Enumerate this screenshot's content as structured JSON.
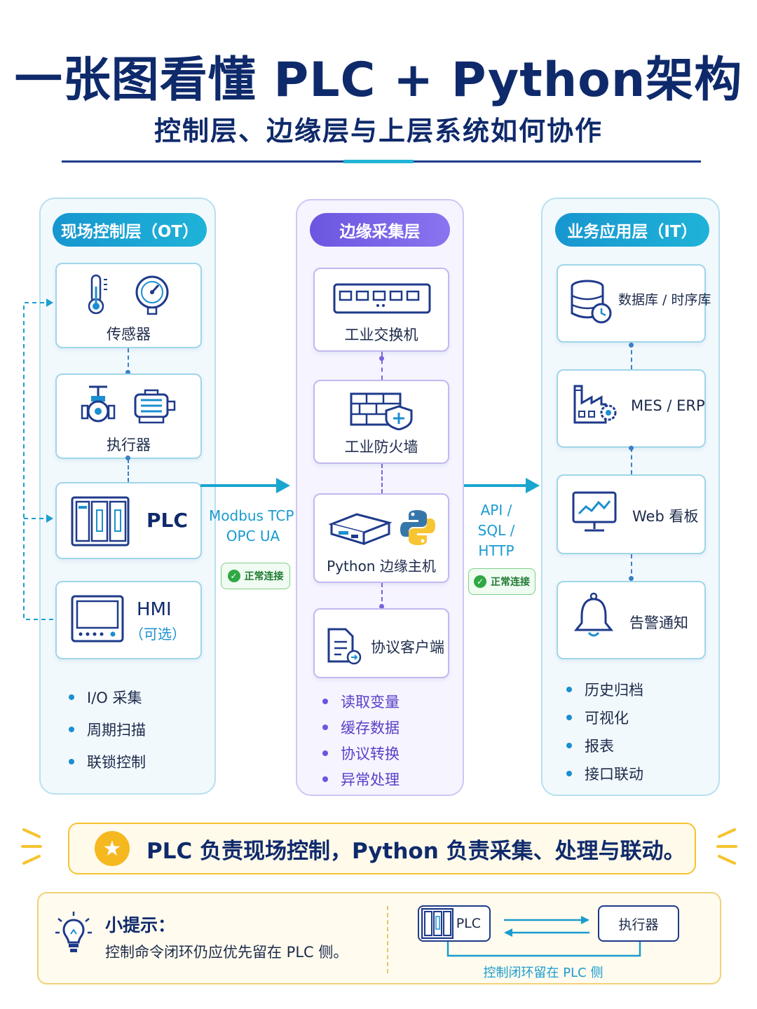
{
  "title": "一张图看懂 PLC + Python架构",
  "subtitle": "控制层、边缘层与上层系统如何协作",
  "colors": {
    "navy": "#0f2a6b",
    "cyan": "#22b5d6",
    "purple": "#6b56e0",
    "green": "#2fa845",
    "yellow": "#f6b81f"
  },
  "ot": {
    "header": "现场控制层（OT）",
    "cards": {
      "sensor": {
        "label": "传感器",
        "icons": [
          "thermometer-icon",
          "pressure-gauge-icon"
        ]
      },
      "actuator": {
        "label": "执行器",
        "icons": [
          "valve-icon",
          "motor-icon"
        ]
      },
      "plc": {
        "label": "PLC",
        "icons": [
          "plc-rack-icon"
        ]
      },
      "hmi": {
        "label": "HMI",
        "note": "（可选）",
        "icons": [
          "hmi-screen-icon"
        ]
      }
    },
    "bullets": [
      "I/O 采集",
      "周期扫描",
      "联锁控制"
    ]
  },
  "link_left": {
    "protocol_line1": "Modbus TCP /",
    "protocol_line2": "OPC UA",
    "status": "正常连接"
  },
  "edge": {
    "header": "边缘采集层",
    "cards": {
      "switch": {
        "label": "工业交换机",
        "icons": [
          "network-switch-icon"
        ]
      },
      "firewall": {
        "label": "工业防火墙",
        "icons": [
          "firewall-shield-icon"
        ]
      },
      "host": {
        "label": "Python 边缘主机",
        "icons": [
          "edge-box-icon",
          "python-logo-icon"
        ]
      },
      "client": {
        "label": "协议客户端",
        "icons": [
          "protocol-document-icon"
        ]
      }
    },
    "bullets": [
      "读取变量",
      "缓存数据",
      "协议转换",
      "异常处理"
    ]
  },
  "link_right": {
    "line1": "API /",
    "line2": "SQL /",
    "line3": "HTTP",
    "status": "正常连接"
  },
  "it": {
    "header": "业务应用层（IT）",
    "cards": {
      "db": {
        "label": "数据库 / 时序库",
        "icons": [
          "database-clock-icon"
        ]
      },
      "mes": {
        "label": "MES / ERP",
        "icons": [
          "factory-gear-icon"
        ]
      },
      "web": {
        "label": "Web 看板",
        "icons": [
          "monitor-chart-icon"
        ]
      },
      "alarm": {
        "label": "告警通知",
        "icons": [
          "bell-icon"
        ]
      }
    },
    "bullets": [
      "历史归档",
      "可视化",
      "报表",
      "接口联动"
    ]
  },
  "summary": {
    "text": "PLC 负责现场控制，Python 负责采集、处理与联动。",
    "icon": "star-icon"
  },
  "tip": {
    "title": "小提示：",
    "text": "控制命令闭环仍应优先留在 PLC 侧。",
    "icon": "lightbulb-icon",
    "diagram": {
      "left": "PLC",
      "right": "执行器",
      "caption": "控制闭环留在 PLC 侧"
    }
  }
}
